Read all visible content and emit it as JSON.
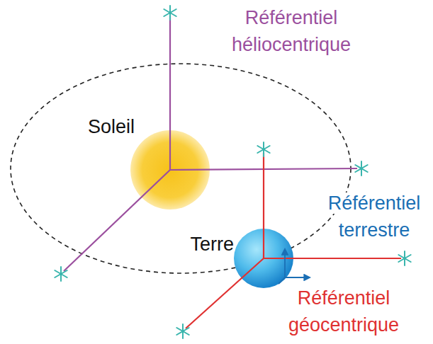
{
  "diagram": {
    "labels": [
      "Référentiel héliocentrique",
      "Soleil",
      "Terre",
      "Référentiel terrestre",
      "Référentiel géocentrique"
    ]
  }
}
